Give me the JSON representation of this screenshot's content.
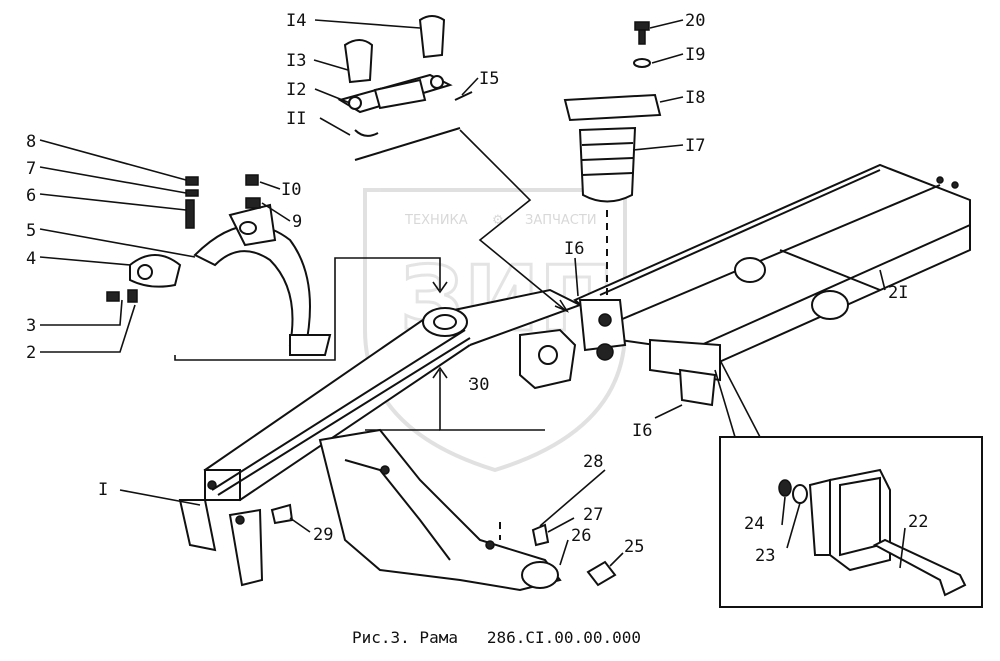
{
  "caption": "Рис.3. Рама   286.СI.00.00.000",
  "watermark": {
    "text_left": "ТЕХНИКА",
    "text_right": "ЗАПЧАСТИ",
    "gear": "⚙",
    "letters": "ЗИП"
  },
  "labels": {
    "l1": "I",
    "l2": "2",
    "l3": "3",
    "l4": "4",
    "l5": "5",
    "l6": "6",
    "l7": "7",
    "l8": "8",
    "l9": "9",
    "l10": "I0",
    "l11": "II",
    "l12": "I2",
    "l13": "I3",
    "l14": "I4",
    "l15": "I5",
    "l16a": "I6",
    "l16b": "I6",
    "l17": "I7",
    "l18": "I8",
    "l19": "I9",
    "l20": "20",
    "l21": "2I",
    "l22": "22",
    "l23": "23",
    "l24": "24",
    "l25": "25",
    "l26": "26",
    "l27": "27",
    "l28": "28",
    "l29": "29",
    "l30": "30"
  }
}
